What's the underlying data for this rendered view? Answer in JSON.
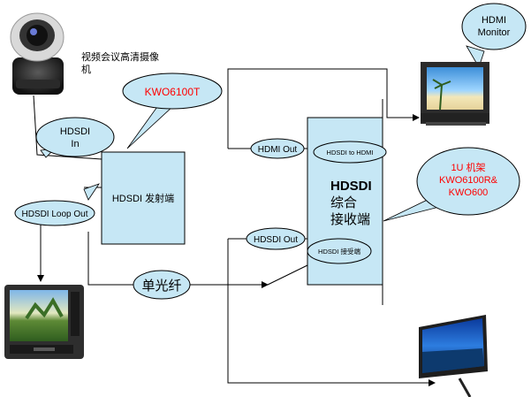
{
  "camera": {
    "label_line1": "视频会议高清摄像",
    "label_line2": "机"
  },
  "transmitter": {
    "model_callout": "KWO6100T",
    "box_label": "HDSDI 发射端"
  },
  "inputs": {
    "hdsdi_in_line1": "HDSDI",
    "hdsdi_in_line2": "In",
    "loop_out": "HDSDI Loop Out"
  },
  "fiber": {
    "label": "单光纤"
  },
  "receiver": {
    "title_line1": "HDSDI",
    "title_line2": "综合",
    "title_line3": "接收端",
    "hdmi_out": "HDMI Out",
    "hdsdi_to_hdmi": "HDSDI to HDMI",
    "hdsdi_out": "HDSDI Out",
    "hdsdi_receive": "HDSDI 接受端",
    "model_callout_line1": "1U 机架",
    "model_callout_line2": "KWO6100R&",
    "model_callout_line3": "KWO600"
  },
  "monitor": {
    "label_line1": "HDMI",
    "label_line2": "Monitor"
  },
  "colors": {
    "box_fill": "#c6e7f5",
    "bubble_fill": "#c6e7f5",
    "line": "#000000",
    "callout_text_red": "#ff0000"
  }
}
